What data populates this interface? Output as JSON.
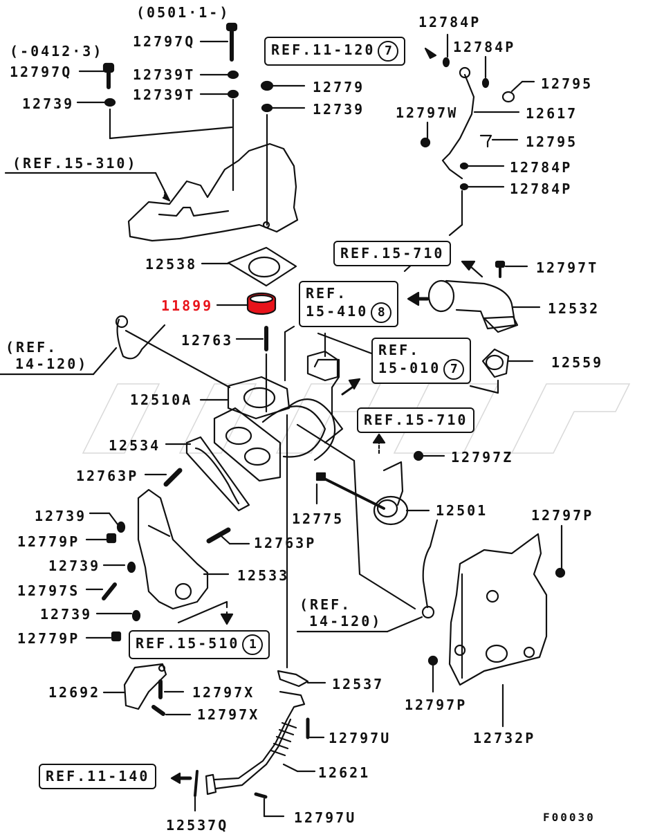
{
  "diagram": {
    "title": "Turbocharger assembly exploded parts diagram",
    "figure_code": "F00030",
    "highlight_color": "#e8141b",
    "line_color": "#111111",
    "highlighted_part": "11899",
    "date_notes": {
      "from": "(0501·1-)",
      "until": "(-0412·3)"
    },
    "part_labels": {
      "p12797Q_a": "12797Q",
      "p12797Q_b": "12797Q",
      "p12739T_a": "12739T",
      "p12739T_b": "12739T",
      "p12739_top": "12739",
      "p12779": "12779",
      "p12739_r": "12739",
      "p12784P_a": "12784P",
      "p12784P_b": "12784P",
      "p12795_a": "12795",
      "p12797W": "12797W",
      "p12617": "12617",
      "p12795_b": "12795",
      "p12784P_c": "12784P",
      "p12784P_d": "12784P",
      "p12538": "12538",
      "p11899": "11899",
      "p12797T": "12797T",
      "p12532": "12532",
      "p12763": "12763",
      "p12559": "12559",
      "p12510A": "12510A",
      "p12534": "12534",
      "p12797Z": "12797Z",
      "p12763P_a": "12763P",
      "p12775": "12775",
      "p12501": "12501",
      "p12797P_a": "12797P",
      "p12739_a": "12739",
      "p12779P_a": "12779P",
      "p12763P_b": "12763P",
      "p12739_b": "12739",
      "p12533": "12533",
      "p12797S": "12797S",
      "p12739_c": "12739",
      "p12779P_b": "12779P",
      "p12692": "12692",
      "p12537": "12537",
      "p12797X_a": "12797X",
      "p12797X_b": "12797X",
      "p12797P_b": "12797P",
      "p12797U_a": "12797U",
      "p12732P": "12732P",
      "p12621": "12621",
      "p12537Q": "12537Q",
      "p12797U_b": "12797U"
    },
    "ref_boxes": {
      "ref_11_120": {
        "text": "REF.11-120",
        "circle": "7"
      },
      "ref_15_710_a": {
        "text": "REF.15-710"
      },
      "ref_15_410": {
        "line1": "REF.",
        "line2": "15-410",
        "circle": "8"
      },
      "ref_15_010": {
        "line1": "REF.",
        "line2": "15-010",
        "circle": "7"
      },
      "ref_15_710_b": {
        "text": "REF.15-710"
      },
      "ref_15_510": {
        "text": "REF.15-510",
        "circle": "1"
      },
      "ref_11_140": {
        "text": "REF.11-140"
      }
    },
    "paren_refs": {
      "ref_15_310": "(REF.15-310)",
      "ref_14_120_a_l1": "(REF.",
      "ref_14_120_a_l2": "14-120)",
      "ref_14_120_b_l1": "(REF.",
      "ref_14_120_b_l2": "14-120)"
    }
  }
}
